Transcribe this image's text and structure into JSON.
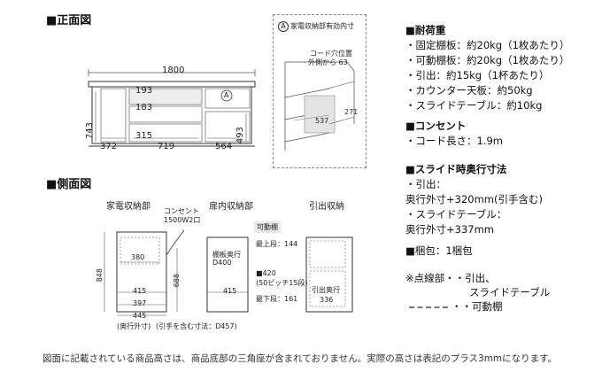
{
  "front_view": {
    "title": "■正面図",
    "total_width": "1800",
    "height_left": "743",
    "height_right": "493",
    "dim_372": "372",
    "dim_719": "719",
    "dim_564": "564",
    "inner_193": "193",
    "inner_183": "183",
    "inner_315": "315",
    "marker": "A"
  },
  "detail_box": {
    "heading_marker": "A",
    "heading": "家電収納部有効内寸",
    "note_line1": "コード穴位置",
    "note_line2": "外側から 63",
    "dim_537": "537",
    "dim_271": "271"
  },
  "side_view": {
    "title": "■側面図",
    "col1": "家電収納部",
    "col2": "扉内収納部",
    "col3": "引出収納",
    "outlet_label_1": "コンセント",
    "outlet_label_2": "1500W2口",
    "height_848": "848",
    "height_688": "688",
    "dim_380": "380",
    "dim_415a": "415",
    "dim_397": "397",
    "dim_445": "445",
    "depth_note": "(奥行外寸)",
    "depth_note2": "(引手を含む寸法：D457)",
    "shelf_depth_1": "棚板奥行",
    "shelf_depth_2": "D400",
    "dim_415b": "415",
    "movable_tag": "可動棚",
    "top_step": "最上段：144",
    "mid_420": "■420",
    "pitch": "(50ピッチ15段)",
    "bottom_step": "最下段：161",
    "drawer_depth": "引出奥行",
    "drawer_336": "336"
  },
  "specs": {
    "load_head": "■耐荷重",
    "load": [
      "・固定棚板：約20kg（1枚あたり）",
      "・可動棚板：約20kg（1枚あたり）",
      "・引出：約15kg（1杯あたり）",
      "・カウンター天板：約50kg",
      "・スライドテーブル：約10kg"
    ],
    "outlet_head": "■コンセント",
    "outlet": "・コード長さ：1.9m",
    "slide_head": "■スライド時奥行寸法",
    "slide": [
      "・引出：",
      "奥行外寸+320mm(引手含む)",
      "・スライドテーブル：",
      "奥行外寸+337mm"
    ],
    "pack": "■梱包：1梱包",
    "legend1a": "※点線部・・引出、",
    "legend1b": "スライドテーブル",
    "legend2": "・・可動棚"
  },
  "footnote": "図面に記載されている商品高さは、商品底部の三角座が含まれておりません。実際の高さは表記のプラス3mmになります。"
}
